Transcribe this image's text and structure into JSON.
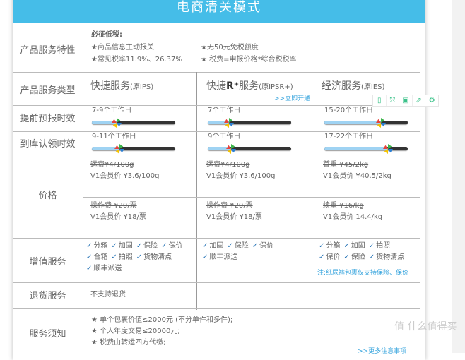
{
  "header": {
    "title": "电商清关模式"
  },
  "rows": {
    "features": {
      "label": "产品服务特性",
      "title": "必征低税:",
      "items": [
        "★商品信息主动报关",
        "★无50元免税额度",
        "★常见税率11.9%、26.37%",
        "★ 税费=申报价格*综合税税率"
      ]
    },
    "type": {
      "label": "产品服务类型",
      "cols": [
        {
          "name": "快捷服务",
          "sub": "(原IPS)"
        },
        {
          "name": "快捷",
          "sup": "R⁺",
          "name2": "服务",
          "sub": "(原IPSR+)",
          "link": ">>立即开通"
        },
        {
          "name": "经济服务",
          "sub": "(原IES)"
        }
      ]
    },
    "forecast": {
      "label": "提前预报时效",
      "cols": [
        {
          "text": "7-9个工作日",
          "level": 0.3
        },
        {
          "text": "7个工作日",
          "level": 0.25
        },
        {
          "text": "15-20个工作日",
          "level": 0.68
        }
      ]
    },
    "arrival": {
      "label": "到库认领时效",
      "cols": [
        {
          "text": "9-11个工作日",
          "level": 0.33
        },
        {
          "text": "9个工作日",
          "level": 0.28
        },
        {
          "text": "17-22个工作日",
          "level": 0.76
        }
      ]
    },
    "price": {
      "label": "价格",
      "top": [
        {
          "old": "运费¥4/100g",
          "vip": "V1会员价 ¥3.6/100g"
        },
        {
          "old": "运费¥4/100g",
          "vip": "V1会员价 ¥3.6/100g"
        },
        {
          "old": "首重 ¥45/2kg",
          "vip": "V1会员价 ¥40.5/2kg"
        }
      ],
      "bottom": [
        {
          "old": "操作费 ¥20/票",
          "vip": "V1会员价 ¥18/票"
        },
        {
          "old": "操作费 ¥20/票",
          "vip": "V1会员价 ¥18/票"
        },
        {
          "old": "续重 ¥16/kg",
          "vip": "V1会员价 14.4/kg"
        }
      ]
    },
    "value_added": {
      "label": "增值服务",
      "cols": [
        [
          "分箱",
          "加固",
          "保险",
          "保价",
          "合箱",
          "拍照",
          "货物清点",
          "顺丰派送"
        ],
        [
          "加固",
          "保险",
          "保价",
          "顺丰派送"
        ],
        [
          "分箱",
          "加固",
          "拍照",
          "保价",
          "保险",
          "货物清点"
        ]
      ],
      "note": "注:纸尿裤包裹仅支持保险、保价"
    },
    "returns": {
      "label": "退货服务",
      "text": "不支持退货"
    },
    "notice": {
      "label": "服务须知",
      "items": [
        "★ 单个包裹价值≤2000元 (不分单件和多件);",
        "★ 个人年度交易≤20000元;",
        "★ 税费由转运四方代缴;"
      ],
      "link": ">>更多注意事项"
    }
  },
  "toolbar": {
    "icons": [
      "phone-icon",
      "expand-icon",
      "save-icon",
      "share-icon",
      "settings-icon"
    ]
  },
  "watermark": "值 什么值得买",
  "colors": {
    "header": "#45bde8",
    "link": "#3aa6de",
    "check": "#1f6fb4",
    "toolbar": "#3cc28a"
  }
}
